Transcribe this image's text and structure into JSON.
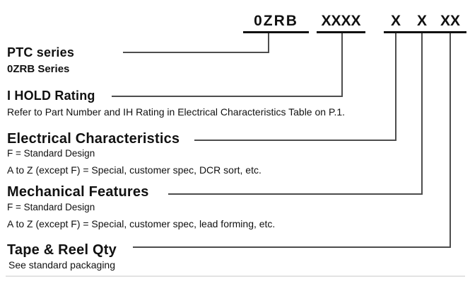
{
  "part_number": {
    "segments": [
      "0ZRB",
      "XXXX",
      "X",
      "X",
      "XX"
    ]
  },
  "sections": [
    {
      "title": "PTC series",
      "lines": [
        "0ZRB Series"
      ]
    },
    {
      "title": "I HOLD Rating",
      "lines": [
        "Refer to Part Number and IH Rating in Electrical Characteristics Table on P.1."
      ]
    },
    {
      "title": "Electrical Characteristics",
      "lines": [
        "F = Standard Design",
        "A to Z (except F) = Special, customer spec, DCR sort, etc."
      ]
    },
    {
      "title": "Mechanical Features",
      "lines": [
        "F = Standard Design",
        "A to Z (except F) = Special, customer spec, lead forming, etc."
      ]
    },
    {
      "title": "Tape & Reel Qty",
      "lines": [
        "See standard packaging"
      ]
    }
  ],
  "colors": {
    "connector": "#4d4d4d",
    "underline": "#111111",
    "text": "#111111",
    "divider": "#e3e3e3",
    "background": "#ffffff"
  }
}
